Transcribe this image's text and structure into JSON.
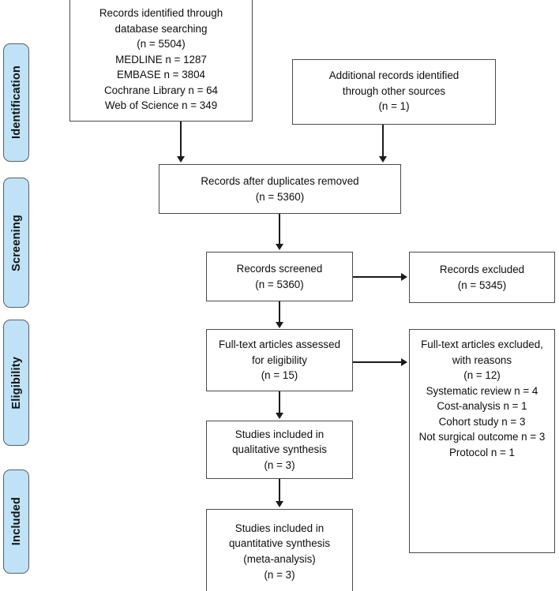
{
  "diagram": {
    "type": "prisma-flow-diagram",
    "accent_color": "#BFE2F7",
    "line_color": "#1a1a1a",
    "box_border_color": "#4a4a4a"
  },
  "stages": [
    {
      "id": "identification",
      "label": "Identification"
    },
    {
      "id": "screening",
      "label": "Screening"
    },
    {
      "id": "eligibility",
      "label": "Eligibility"
    },
    {
      "id": "included",
      "label": "Included"
    }
  ],
  "boxes": {
    "records_identified": {
      "text": "Records identified through\ndatabase searching\n(n = 5504)\nMEDLINE n = 1287\nEMBASE n = 3804\nCochrane Library n = 64\nWeb of Science n = 349"
    },
    "additional_records": {
      "text": "Additional records identified\nthrough other sources\n(n = 1)"
    },
    "duplicates_removed": {
      "text": "Records after duplicates removed\n(n = 5360)"
    },
    "records_screened": {
      "text": "Records screened\n(n = 5360)"
    },
    "records_excluded": {
      "text": "Records excluded\n(n = 5345)"
    },
    "fulltext_assessed": {
      "text": "Full-text articles assessed\nfor eligibility\n(n = 15)"
    },
    "fulltext_excluded": {
      "text": "Full-text articles excluded,\nwith reasons\n(n = 12)\nSystematic review n = 4\nCost-analysis n = 1\nCohort study n = 3\nNot surgical outcome n = 3\nProtocol n = 1"
    },
    "qualitative_synthesis": {
      "text": "Studies included in\nqualitative synthesis\n(n = 3)"
    },
    "quantitative_synthesis": {
      "text": "Studies included in\nquantitative synthesis\n(meta-analysis)\n(n = 3)"
    }
  },
  "counts": {
    "records_identified_total": 5504,
    "medline": 1287,
    "embase": 3804,
    "cochrane_library": 64,
    "web_of_science": 349,
    "additional_records": 1,
    "after_duplicates_removed": 5360,
    "records_screened": 5360,
    "records_excluded": 5345,
    "fulltext_assessed": 15,
    "fulltext_excluded": 12,
    "excluded_systematic_review": 4,
    "excluded_cost_analysis": 1,
    "excluded_cohort_study": 3,
    "excluded_not_surgical_outcome": 3,
    "excluded_protocol": 1,
    "included_qualitative": 3,
    "included_quantitative": 3
  }
}
